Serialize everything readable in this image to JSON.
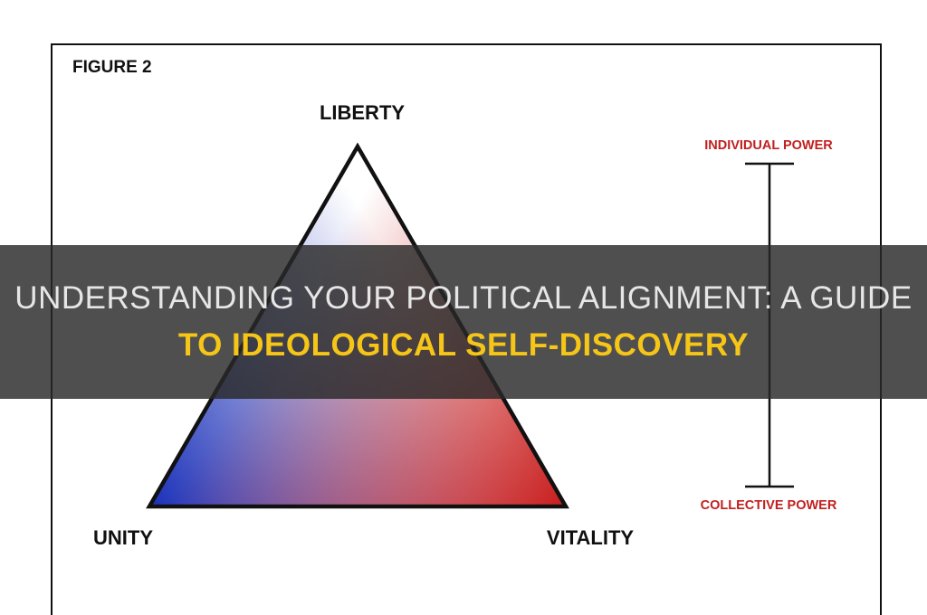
{
  "figure": {
    "label": "FIGURE 2",
    "vertices": {
      "top": "LIBERTY",
      "left": "UNITY",
      "right": "VITALITY"
    },
    "scale": {
      "top_label": "INDIVIDUAL POWER",
      "bottom_label": "COLLECTIVE POWER"
    },
    "colors": {
      "unity": "#1a2fb8",
      "vitality": "#c81c1c",
      "liberty": "#ffffff",
      "scale_label": "#c0201f",
      "outline": "#111111"
    }
  },
  "headline": {
    "line1": "UNDERSTANDING YOUR POLITICAL ALIGNMENT: A GUIDE",
    "line2": "TO IDEOLOGICAL SELF-DISCOVERY"
  }
}
